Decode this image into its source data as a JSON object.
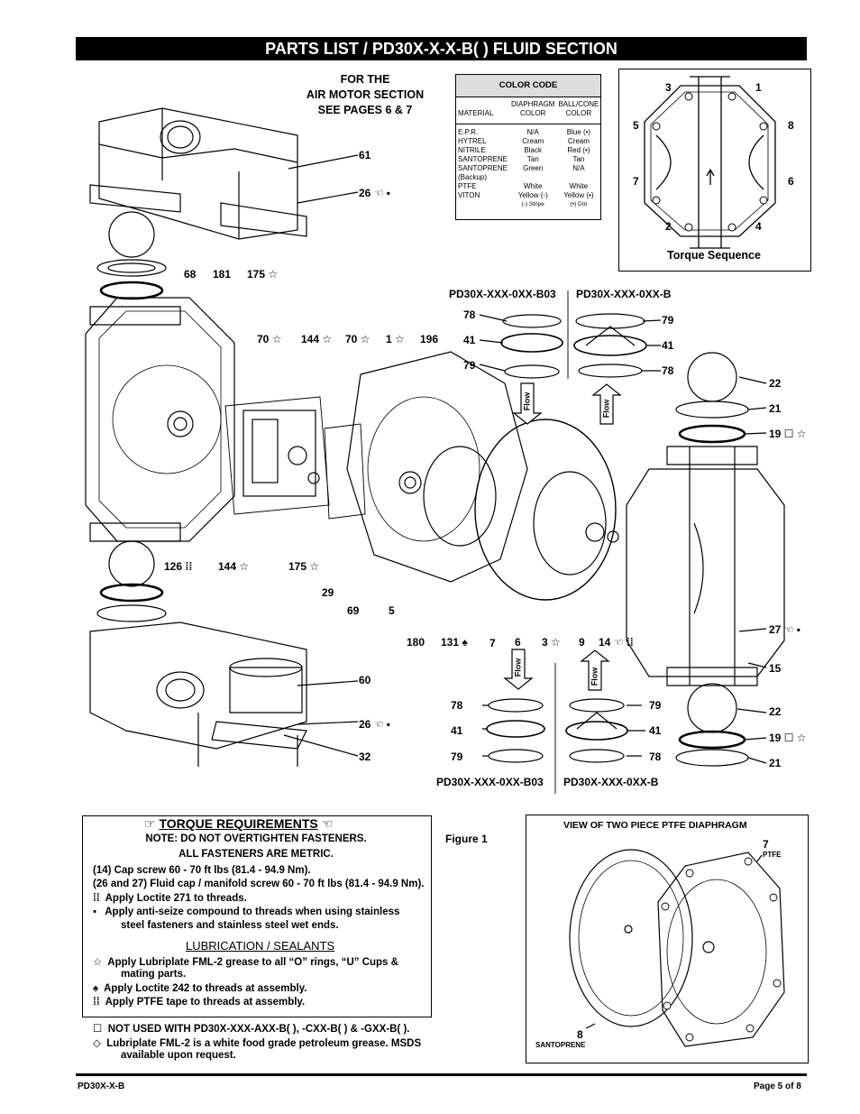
{
  "title": "PARTS LIST / PD30X-X-X-B( ) FLUID SECTION",
  "air_motor_note": [
    "FOR THE",
    "AIR MOTOR SECTION",
    "SEE PAGES 6 & 7"
  ],
  "color_code": {
    "heading": "COLOR CODE",
    "col_material": "MATERIAL",
    "col_diaphragm": [
      "DIAPHRAGM",
      "COLOR"
    ],
    "col_ballcone": [
      "BALL/CONE",
      "COLOR"
    ],
    "rows": [
      [
        "E.P.R.",
        "N/A",
        "Blue (•)"
      ],
      [
        "HYTREL",
        "Cream",
        "Cream"
      ],
      [
        "NITRILE",
        "Black",
        "Red (•)"
      ],
      [
        "SANTOPRENE",
        "Tan",
        "Tan"
      ],
      [
        "SANTOPRENE",
        "Green",
        "N/A"
      ],
      [
        " (Backup)",
        "",
        ""
      ],
      [
        "PTFE",
        "White",
        "White"
      ],
      [
        "VITON",
        "Yellow (-)",
        "Yellow (•)"
      ]
    ],
    "legend_stripe": "(-) Stripe",
    "legend_dot": "(•) Dot"
  },
  "torque_sequence": {
    "caption": "Torque Sequence",
    "numbers": [
      "3",
      "1",
      "5",
      "8",
      "7",
      "6",
      "2",
      "4"
    ]
  },
  "model_labels": {
    "b03_top": "PD30X-XXX-0XX-B03",
    "b_top": "PD30X-XXX-0XX-B",
    "b03_bottom": "PD30X-XXX-0XX-B03",
    "b_bottom": "PD30X-XXX-0XX-B"
  },
  "flow_label": "Flow",
  "callouts": {
    "c61": "61",
    "c26a": "26",
    "c68": "68",
    "c181": "181",
    "c175a": "175",
    "c70a": "70",
    "c144a": "144",
    "c70b": "70",
    "c1": "1",
    "c196": "196",
    "c78a": "78",
    "c41a": "41",
    "c79a": "79",
    "c79b": "79",
    "c41b": "41",
    "c78b": "78",
    "c22a": "22",
    "c21a": "21",
    "c19a": "19",
    "c126": "126",
    "c144b": "144",
    "c175b": "175",
    "c29": "29",
    "c69": "69",
    "c5": "5",
    "c180": "180",
    "c131": "131",
    "c7": "7",
    "c6": "6",
    "c3": "3",
    "c9": "9",
    "c14": "14",
    "c27": "27",
    "c15": "15",
    "c60": "60",
    "c26b": "26",
    "c32": "32",
    "c78c": "78",
    "c41c": "41",
    "c79c": "79",
    "c79d": "79",
    "c41d": "41",
    "c78d": "78",
    "c22b": "22",
    "c19b": "19",
    "c21b": "21"
  },
  "torque_requirements": {
    "heading": "TORQUE REQUIREMENTS",
    "note1": "NOTE: DO NOT OVERTIGHTEN FASTENERS.",
    "note2": "ALL FASTENERS ARE METRIC.",
    "line1": "(14) Cap screw 60 - 70 ft lbs (81.4 - 94.9 Nm).",
    "line2": "(26 and 27) Fluid cap / manifold screw 60 - 70 ft lbs (81.4 - 94.9 Nm).",
    "line3": "Apply Loctite 271 to threads.",
    "line4a": "Apply anti-seize compound to threads when using stainless",
    "line4b": "steel fasteners and stainless steel wet ends.",
    "lub_heading": "LUBRICATION / SEALANTS",
    "lub1a": "Apply Lubriplate FML-2 grease to all “O” rings, “U” Cups &",
    "lub1b": "mating parts.",
    "lub2": "Apply Loctite 242 to threads at assembly.",
    "lub3": "Apply PTFE tape to threads at assembly."
  },
  "notes": {
    "not_used": "NOT USED WITH PD30X-XXX-AXX-B( ), -CXX-B( ) & -GXX-B( ).",
    "lub_a": "Lubriplate FML-2 is a white food grade petroleum grease. MSDS",
    "lub_b": "available upon request."
  },
  "figure_label": "Figure 1",
  "ptfe_view": {
    "heading": "VIEW OF TWO PIECE PTFE DIAPHRAGM",
    "n7": "7",
    "n7_sub": "PTFE",
    "n8": "8",
    "n8_sub": "SANTOPRENE"
  },
  "footer": {
    "left": "PD30X-X-B",
    "right": "Page  5 of 8"
  }
}
